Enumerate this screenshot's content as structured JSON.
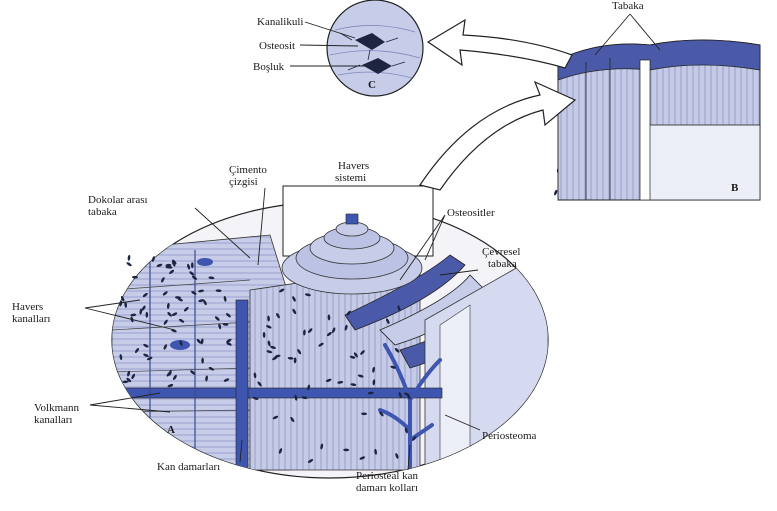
{
  "labels": {
    "kanalikuli": "Kanalikuli",
    "osteosit": "Osteosit",
    "bosluk": "Boşluk",
    "tabaka": "Tabaka",
    "cimento_1": "Çimento",
    "cimento_2": "çizgisi",
    "havers_sistemi_1": "Havers",
    "havers_sistemi_2": "sistemi",
    "dokolar_1": "Dokolar arası",
    "dokolar_2": "tabaka",
    "osteositler": "Osteositler",
    "cevresel_1": "Çevresel",
    "cevresel_2": "tabaka",
    "havers_kanal_1": "Havers",
    "havers_kanal_2": "kanalları",
    "volkmann_1": "Volkmann",
    "volkmann_2": "kanalları",
    "kan_damarlari": "Kan damarları",
    "periosteal_1": "Periosteal kan",
    "periosteal_2": "damarı kolları",
    "periosteoma": "Periosteoma"
  },
  "panel_letters": {
    "a": "A",
    "b": "B",
    "c": "C"
  },
  "colors": {
    "bone_fill": "#c7cce8",
    "bone_dark": "#4a5aa8",
    "vessel": "#3f56b0",
    "line": "#222222",
    "cell": "#1e2540"
  }
}
